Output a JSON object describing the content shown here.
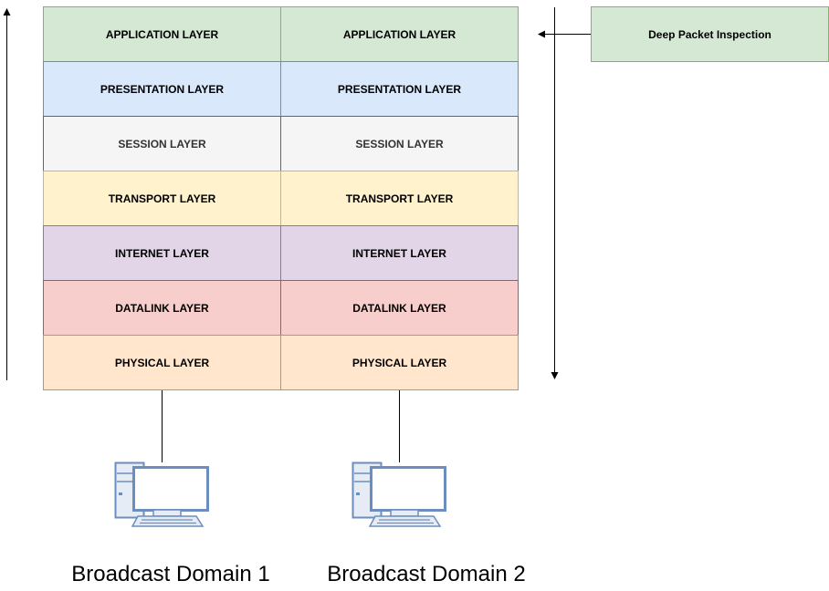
{
  "stacks": [
    {
      "layers": [
        {
          "label": "APPLICATION LAYER"
        },
        {
          "label": "PRESENTATION LAYER"
        },
        {
          "label": "SESSION LAYER"
        },
        {
          "label": "TRANSPORT LAYER"
        },
        {
          "label": "INTERNET LAYER"
        },
        {
          "label": "DATALINK LAYER"
        },
        {
          "label": "PHYSICAL LAYER"
        }
      ],
      "caption": "Broadcast Domain 1"
    },
    {
      "layers": [
        {
          "label": "APPLICATION LAYER"
        },
        {
          "label": "PRESENTATION LAYER"
        },
        {
          "label": "SESSION LAYER"
        },
        {
          "label": "TRANSPORT LAYER"
        },
        {
          "label": "INTERNET LAYER"
        },
        {
          "label": "DATALINK LAYER"
        },
        {
          "label": "PHYSICAL LAYER"
        }
      ],
      "caption": "Broadcast Domain 2"
    }
  ],
  "inspection": {
    "label": "Deep Packet Inspection"
  },
  "icons": [
    "computer-icon",
    "computer-icon"
  ],
  "colors": {
    "application": "#d5e8d4",
    "presentation": "#dae8fc",
    "session": "#f5f5f5",
    "transport": "#fff2cc",
    "internet": "#e1d5e7",
    "datalink": "#f8cecc",
    "physical": "#ffe6cc",
    "computer_outline": "#6c8ebf"
  }
}
